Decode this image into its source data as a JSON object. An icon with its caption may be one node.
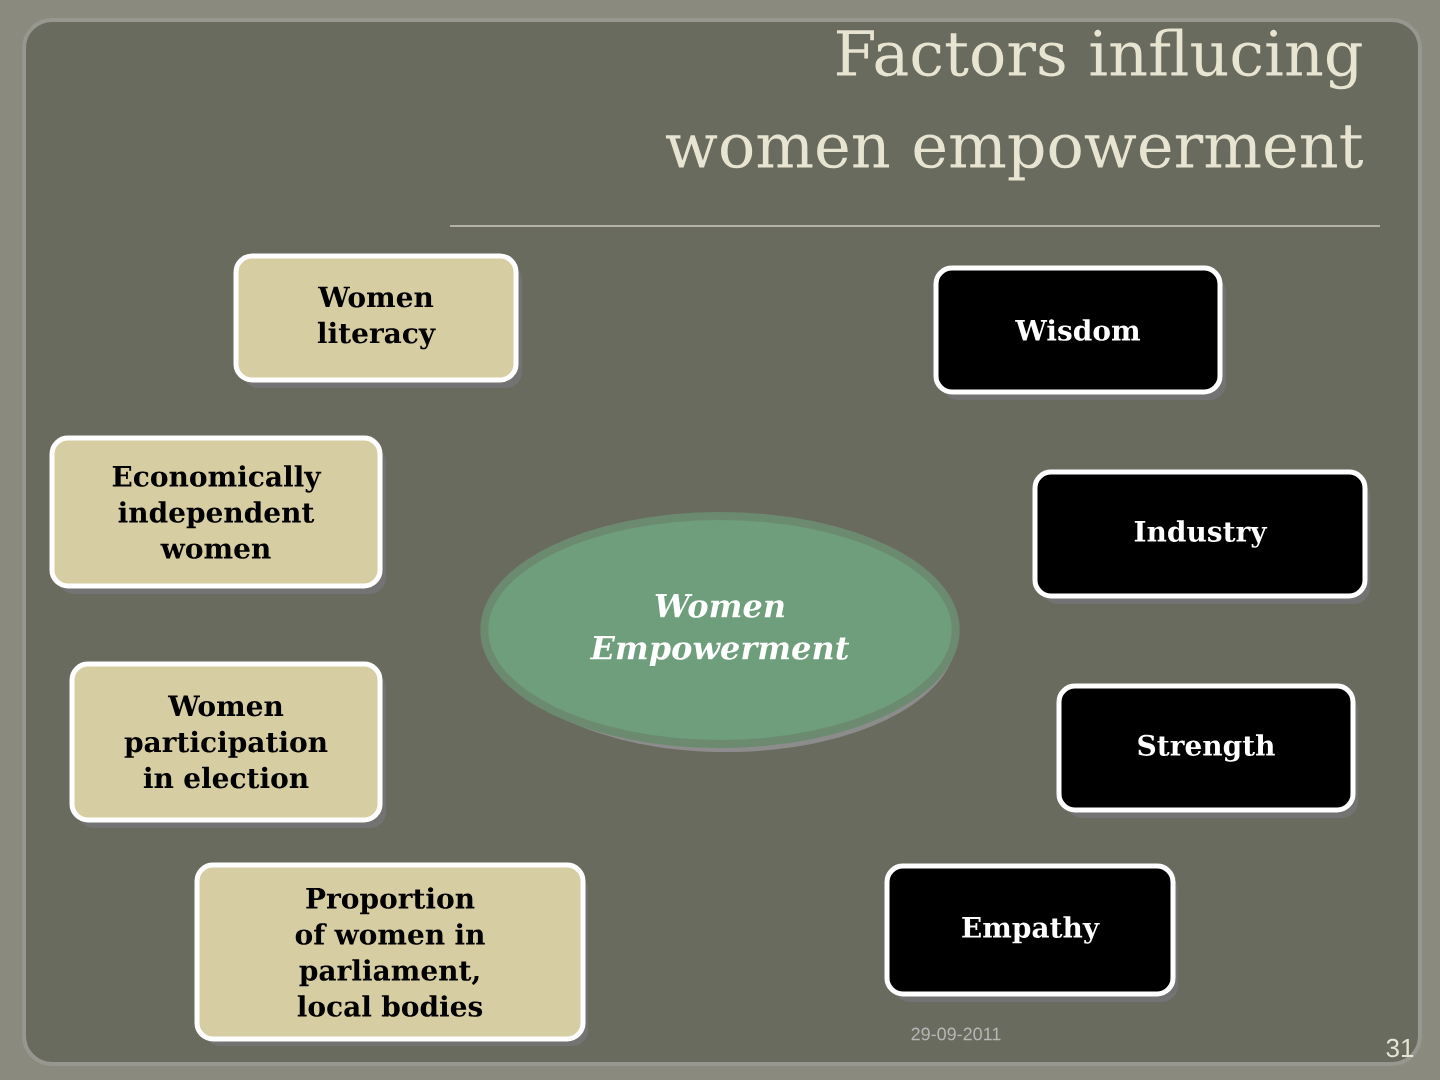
{
  "diagram": {
    "title": "Factors influcing women empowerment",
    "nodes": [
      {
        "text": [
          "Women literacy"
        ]
      },
      {
        "text": [
          "Economically independent women"
        ]
      },
      {
        "text": [
          "Women participation in election"
        ]
      },
      {
        "text": [
          "Proportion of women in parliament, local bodies"
        ]
      },
      {
        "text": [
          "Women Empowerment"
        ]
      },
      {
        "text": [
          "Wisdom"
        ]
      },
      {
        "text": [
          "Industry"
        ]
      },
      {
        "text": [
          "Strength"
        ]
      },
      {
        "text": [
          "Empathy"
        ]
      }
    ],
    "labels": [
      "29-09-2011",
      "31"
    ]
  }
}
